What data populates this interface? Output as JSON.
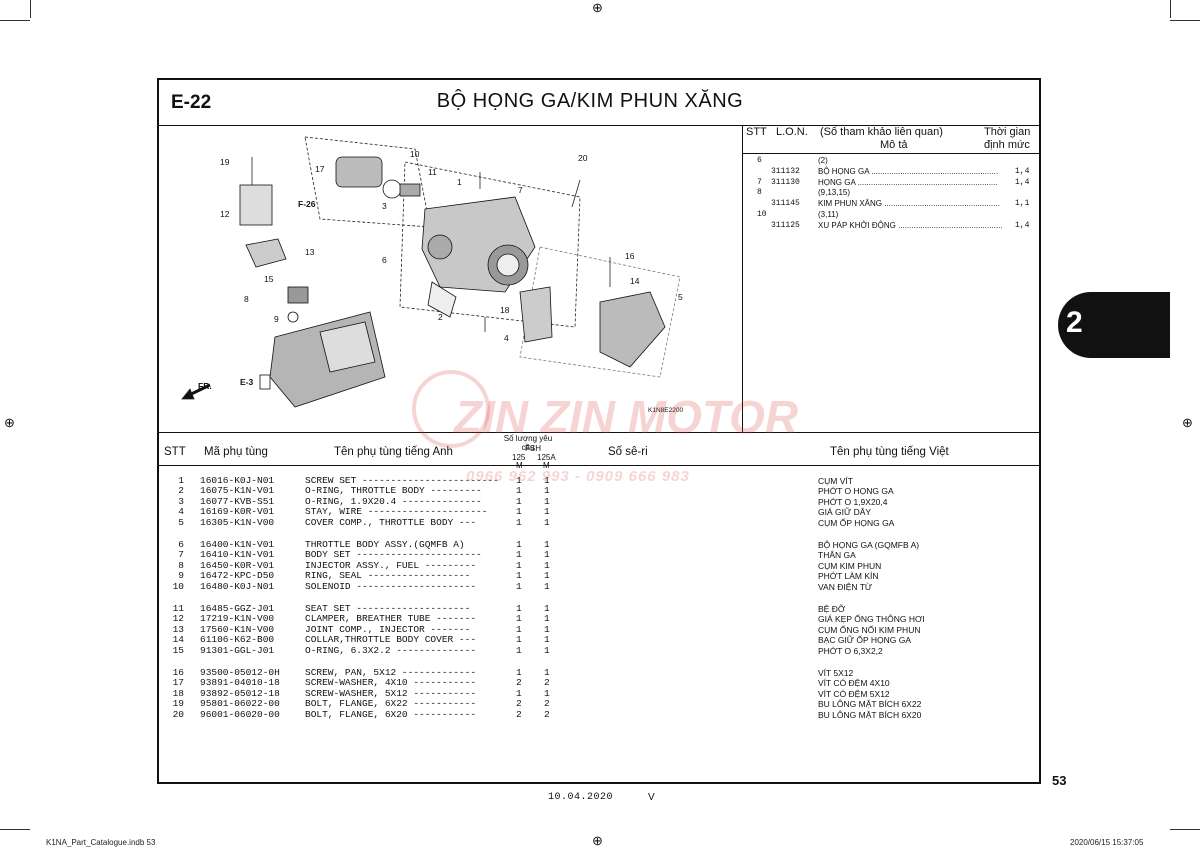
{
  "header": {
    "section_code": "E-22",
    "title": "BỘ HỌNG GA/KIM PHUN XĂNG"
  },
  "diagram": {
    "callouts": [
      "19",
      "10",
      "17",
      "11",
      "1",
      "7",
      "20",
      "12",
      "F-26",
      "3",
      "13",
      "6",
      "16",
      "15",
      "14",
      "5",
      "8",
      "2",
      "9",
      "18",
      "4",
      "E-3",
      "FR."
    ],
    "image_code": "K1N8E2200"
  },
  "reference_table": {
    "headers": {
      "stt": "STT",
      "lon": "L.O.N.",
      "desc_line1": "(Số tham khảo liên quan)",
      "desc_line2": "Mô tả",
      "time_line1": "Thời gian",
      "time_line2": "định mức"
    },
    "rows": [
      {
        "stt": "6",
        "lon": "",
        "desc": "(2)",
        "time": ""
      },
      {
        "stt": "",
        "lon": "311132",
        "desc": "BỘ HỌNG GA .........................................................",
        "time": "1,4"
      },
      {
        "stt": "7",
        "lon": "311130",
        "desc": "HỌNG GA ...............................................................",
        "time": "1,4"
      },
      {
        "stt": "8",
        "lon": "",
        "desc": "(9,13,15)",
        "time": ""
      },
      {
        "stt": "",
        "lon": "311145",
        "desc": "KIM PHUN XĂNG ....................................................",
        "time": "1,1"
      },
      {
        "stt": "10",
        "lon": "",
        "desc": "(3,11)",
        "time": ""
      },
      {
        "stt": "",
        "lon": "311125",
        "desc": "XU PÁP KHỞI ĐỘNG ...............................................",
        "time": "1,4"
      }
    ]
  },
  "parts_table": {
    "headers": {
      "stt": "STT",
      "part_no": "Mã phụ tùng",
      "name_en": "Tên phụ tùng tiếng Anh",
      "qty": "Số lượng yêu cầu",
      "fsh": "FSH",
      "model_a": "125",
      "model_a_sub": "M",
      "model_b": "125A",
      "model_b_sub": "M",
      "serial": "Số sê-ri",
      "name_vi": "Tên phụ tùng tiếng Việt"
    },
    "rows": [
      {
        "stt": "1",
        "part_no": "16016-K0J-N01",
        "name_en": "SCREW SET ------------------------",
        "q1": "1",
        "q2": "1",
        "name_vi": "CỤM VÍT"
      },
      {
        "stt": "2",
        "part_no": "16075-K1N-V01",
        "name_en": "O-RING, THROTTLE BODY ---------",
        "q1": "1",
        "q2": "1",
        "name_vi": "PHỚT O HỌNG GA"
      },
      {
        "stt": "3",
        "part_no": "16077-KVB-S51",
        "name_en": "O-RING, 1.9X20.4 --------------",
        "q1": "1",
        "q2": "1",
        "name_vi": "PHỚT O 1,9X20,4"
      },
      {
        "stt": "4",
        "part_no": "16169-K0R-V01",
        "name_en": "STAY, WIRE ---------------------",
        "q1": "1",
        "q2": "1",
        "name_vi": "GIÁ GIỮ DÂY"
      },
      {
        "stt": "5",
        "part_no": "16305-K1N-V00",
        "name_en": "COVER COMP., THROTTLE BODY ---",
        "q1": "1",
        "q2": "1",
        "name_vi": "CỤM ỐP HỌNG GA"
      },
      {
        "stt": "6",
        "part_no": "16400-K1N-V01",
        "name_en": "THROTTLE BODY ASSY.(GQMFB A)",
        "q1": "1",
        "q2": "1",
        "name_vi": "BỘ HỌNG GA (GQMFB A)"
      },
      {
        "stt": "7",
        "part_no": "16410-K1N-V01",
        "name_en": "BODY SET ----------------------",
        "q1": "1",
        "q2": "1",
        "name_vi": "THÂN GA"
      },
      {
        "stt": "8",
        "part_no": "16450-K0R-V01",
        "name_en": "INJECTOR ASSY., FUEL ---------",
        "q1": "1",
        "q2": "1",
        "name_vi": "CỤM KIM PHUN"
      },
      {
        "stt": "9",
        "part_no": "16472-KPC-D50",
        "name_en": "RING, SEAL ------------------",
        "q1": "1",
        "q2": "1",
        "name_vi": "PHỚT LÀM KÍN"
      },
      {
        "stt": "10",
        "part_no": "16480-K0J-N01",
        "name_en": "SOLENOID ---------------------",
        "q1": "1",
        "q2": "1",
        "name_vi": "VAN ĐIỆN TỪ"
      },
      {
        "stt": "11",
        "part_no": "16485-GGZ-J01",
        "name_en": "SEAT SET --------------------",
        "q1": "1",
        "q2": "1",
        "name_vi": "BỆ ĐỠ"
      },
      {
        "stt": "12",
        "part_no": "17219-K1N-V00",
        "name_en": "CLAMPER, BREATHER TUBE -------",
        "q1": "1",
        "q2": "1",
        "name_vi": "GIÁ KẸP ỐNG THÔNG HƠI"
      },
      {
        "stt": "13",
        "part_no": "17560-K1N-V00",
        "name_en": "JOINT COMP., INJECTOR -------",
        "q1": "1",
        "q2": "1",
        "name_vi": "CỤM ỐNG NỐI KIM PHUN"
      },
      {
        "stt": "14",
        "part_no": "61106-K62-B00",
        "name_en": "COLLAR,THROTTLE BODY COVER ---",
        "q1": "1",
        "q2": "1",
        "name_vi": "BẠC GIỮ ỐP HỌNG GA"
      },
      {
        "stt": "15",
        "part_no": "91301-GGL-J01",
        "name_en": "O-RING, 6.3X2.2 --------------",
        "q1": "1",
        "q2": "1",
        "name_vi": "PHỚT O 6,3X2,2"
      },
      {
        "stt": "16",
        "part_no": "93500-05012-0H",
        "name_en": "SCREW, PAN, 5X12 -------------",
        "q1": "1",
        "q2": "1",
        "name_vi": "VÍT 5X12"
      },
      {
        "stt": "17",
        "part_no": "93891-04010-18",
        "name_en": "SCREW-WASHER, 4X10 -----------",
        "q1": "2",
        "q2": "2",
        "name_vi": "VÍT CÓ ĐỆM 4X10"
      },
      {
        "stt": "18",
        "part_no": "93892-05012-18",
        "name_en": "SCREW-WASHER, 5X12 -----------",
        "q1": "1",
        "q2": "1",
        "name_vi": "VÍT CÓ ĐỆM 5X12"
      },
      {
        "stt": "19",
        "part_no": "95801-06022-00",
        "name_en": "BOLT, FLANGE, 6X22 -----------",
        "q1": "2",
        "q2": "2",
        "name_vi": "BU LÔNG MẶT BÍCH 6X22"
      },
      {
        "stt": "20",
        "part_no": "96001-06020-00",
        "name_en": "BOLT, FLANGE, 6X20 -----------",
        "q1": "2",
        "q2": "2",
        "name_vi": "BU LÔNG MẶT BÍCH 6X20"
      }
    ]
  },
  "side_tab": {
    "label": "2"
  },
  "page_number": "53",
  "footer": {
    "date": "10.04.2020",
    "version": "V",
    "file": "K1NA_Part_Catalogue.indb   53",
    "stamp": "2020/06/15   15:37:05"
  },
  "watermark": {
    "brand": "ZIN ZIN MOTOR",
    "phones": "0966 962 993 - 0909 666 983"
  },
  "colors": {
    "watermark": "#dc3c3c",
    "ink": "#111111",
    "paper": "#ffffff"
  }
}
